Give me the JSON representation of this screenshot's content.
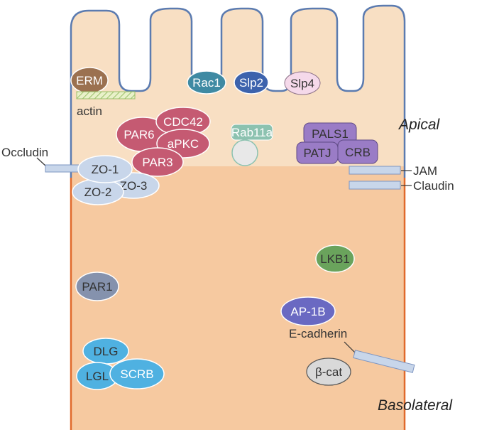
{
  "regions": {
    "apical": "Apical",
    "basolateral": "Basolateral"
  },
  "proteins": {
    "erm": "ERM",
    "actin": "actin",
    "rac1": "Rac1",
    "slp2": "Slp2",
    "slp4": "Slp4",
    "par6": "PAR6",
    "cdc42": "CDC42",
    "apkc": "aPKC",
    "par3": "PAR3",
    "rab11a": "Rab11a",
    "pals1": "PALS1",
    "patj": "PATJ",
    "crb": "CRB",
    "occludin": "Occludin",
    "zo1": "ZO-1",
    "zo2": "ZO-2",
    "zo3": "ZO-3",
    "jam": "JAM",
    "claudin": "Claudin",
    "lkb1": "LKB1",
    "par1": "PAR1",
    "ap1b": "AP-1B",
    "ecadherin": "E-cadherin",
    "bcat": "β-cat",
    "dlg": "DLG",
    "lgl": "LGL",
    "scrb": "SCRB"
  },
  "colors": {
    "apical_fill": "#f8dfc3",
    "basolateral_fill": "#f6c9a0",
    "apical_border": "#5b7bb0",
    "basolateral_border": "#e06a2c",
    "rac1": "#3f8aa3",
    "slp2": "#3d63ad",
    "slp4": "#f5d9ea",
    "par_complex": "#c55a72",
    "rab11a": "#8cc2b0",
    "crumbs_complex": "#9a7cc6",
    "zo": "#c8d6ea",
    "lkb1": "#6aa35c",
    "par1": "#8592ad",
    "ap1b": "#6a69c2",
    "bcat": "#d9d9d9",
    "scribble_complex": "#4fb1e1",
    "erm": "#9b7150"
  }
}
